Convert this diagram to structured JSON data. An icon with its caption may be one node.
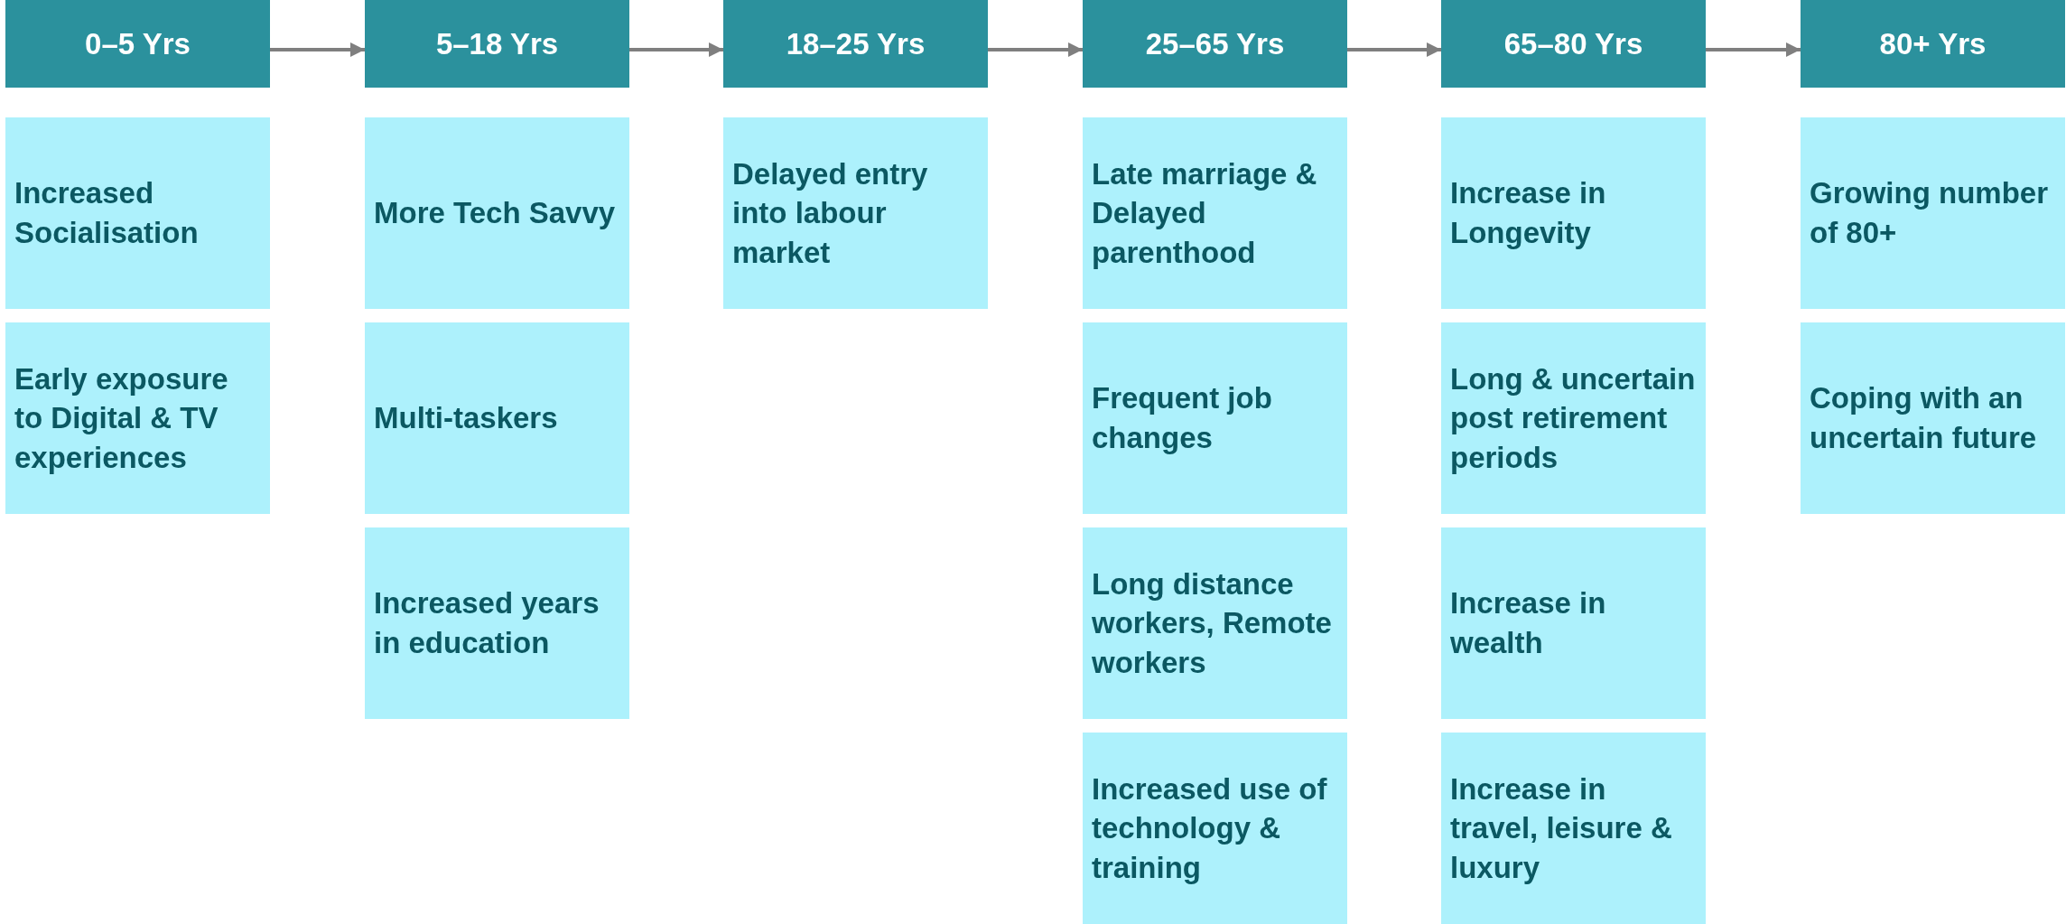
{
  "diagram": {
    "nodes": [
      {
        "text": [
          "0–5 Yrs"
        ]
      },
      {
        "text": [
          "5–18 Yrs"
        ]
      },
      {
        "text": [
          "18–25 Yrs"
        ]
      },
      {
        "text": [
          "25–65 Yrs"
        ]
      },
      {
        "text": [
          "65–80 Yrs"
        ]
      },
      {
        "text": [
          "80+ Yrs"
        ]
      },
      {
        "text": [
          "Increased Socialisation"
        ]
      },
      {
        "text": [
          "Early exposure to Digital & TV experiences"
        ]
      },
      {
        "text": [
          "More Tech Savvy"
        ]
      },
      {
        "text": [
          "Multi-taskers"
        ]
      },
      {
        "text": [
          "Increased years in education"
        ]
      },
      {
        "text": [
          "Delayed entry into labour market"
        ]
      },
      {
        "text": [
          "Late marriage & Delayed parenthood"
        ]
      },
      {
        "text": [
          "Frequent job changes"
        ]
      },
      {
        "text": [
          "Long distance workers, Remote workers"
        ]
      },
      {
        "text": [
          "Increased use of technology & training"
        ]
      },
      {
        "text": [
          "Increase in Longevity"
        ]
      },
      {
        "text": [
          "Long & uncertain post retirement periods"
        ]
      },
      {
        "text": [
          "Increase in wealth"
        ]
      },
      {
        "text": [
          "Increase in travel, leisure & luxury"
        ]
      },
      {
        "text": [
          "Growing number of 80+"
        ]
      },
      {
        "text": [
          "Coping with an uncertain future"
        ]
      }
    ],
    "edges": [
      {
        "from": 0,
        "to": 1,
        "arrow": "to"
      },
      {
        "from": 1,
        "to": 2,
        "arrow": "to"
      },
      {
        "from": 2,
        "to": 3,
        "arrow": "to"
      },
      {
        "from": 3,
        "to": 4,
        "arrow": "to"
      },
      {
        "from": 4,
        "to": 5,
        "arrow": "to"
      }
    ]
  }
}
